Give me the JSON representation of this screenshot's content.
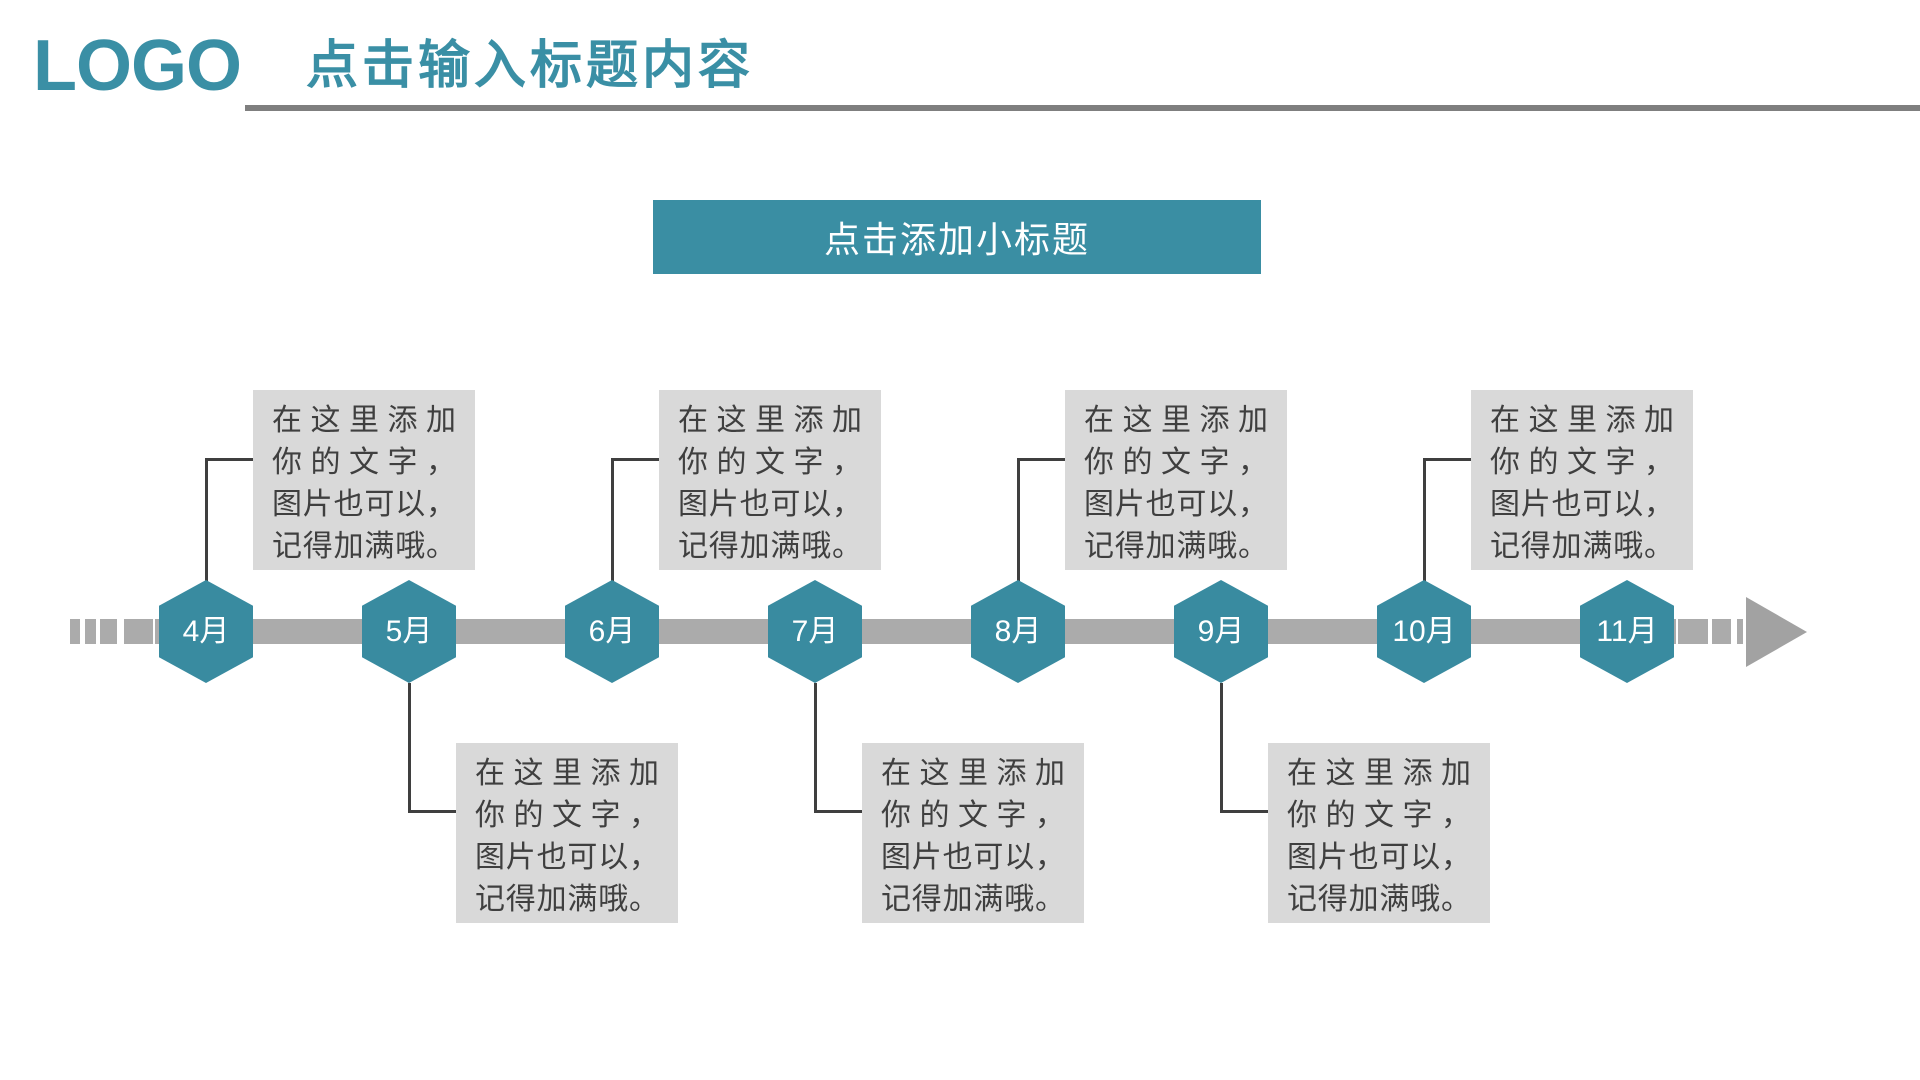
{
  "header": {
    "logo": "LOGO",
    "title": "点击输入标题内容"
  },
  "banner": {
    "label": "点击添加小标题"
  },
  "colors": {
    "accent_teal": "#3A8FA5",
    "banner_teal": "#3A8EA3",
    "hexagon_teal": "#398BA0",
    "timeline_gray": "#ABABAB",
    "arrow_gray": "#A2A2A2",
    "rule_gray": "#7F7F7F",
    "box_gray": "#D9D9D9",
    "connector_dark": "#3F3F3F",
    "note_text": "#3F3F3F"
  },
  "timeline": {
    "months": [
      {
        "label": "4月",
        "note_side": "above"
      },
      {
        "label": "5月",
        "note_side": "below"
      },
      {
        "label": "6月",
        "note_side": "above"
      },
      {
        "label": "7月",
        "note_side": "below"
      },
      {
        "label": "8月",
        "note_side": "above"
      },
      {
        "label": "9月",
        "note_side": "below"
      },
      {
        "label": "10月",
        "note_side": "above"
      },
      {
        "label": "11月",
        "note_side": "none"
      }
    ],
    "note_lines": [
      "在这里添加",
      "你的文字，",
      "图片也可以，",
      "记得加满哦。"
    ]
  }
}
